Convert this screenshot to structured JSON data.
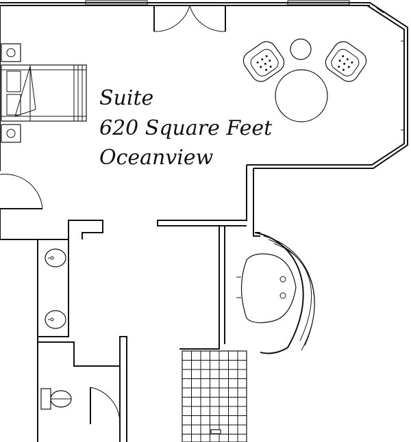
{
  "plan": {
    "room_name": "Suite",
    "area": "620 Square Feet",
    "view": "Oceanview"
  },
  "colors": {
    "line": "#111111",
    "background": "#ffffff"
  },
  "icons": [
    "armchair-icon",
    "round-table-icon",
    "bed-icon",
    "sink-icon",
    "toilet-icon",
    "bathtub-icon",
    "shower-icon",
    "door-swing-icon"
  ]
}
